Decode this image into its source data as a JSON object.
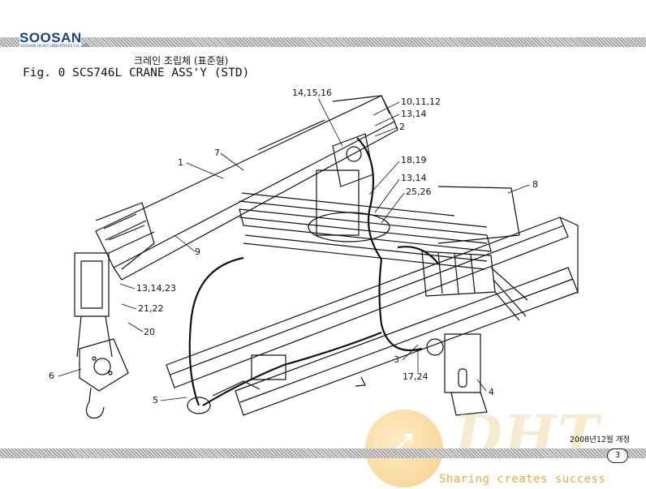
{
  "header": {
    "logo": "SOOSAN",
    "logo_sub": "SOOSAN HEAVY INDUSTRIES CO., LTD.",
    "title_ko": "크레인 조립체 (표준형)",
    "title_en": "Fig. 0  SCS746L CRANE ASS'Y (STD)"
  },
  "callouts": [
    {
      "key": "c1",
      "text": "14,15,16"
    },
    {
      "key": "c2",
      "text": "10,11,12"
    },
    {
      "key": "c3",
      "text": "13,14"
    },
    {
      "key": "c4",
      "text": "2"
    },
    {
      "key": "c5",
      "text": "1"
    },
    {
      "key": "c6",
      "text": "7"
    },
    {
      "key": "c7",
      "text": "18,19"
    },
    {
      "key": "c8",
      "text": "13,14"
    },
    {
      "key": "c9",
      "text": "25,26"
    },
    {
      "key": "c10",
      "text": "8"
    },
    {
      "key": "c11",
      "text": "9"
    },
    {
      "key": "c12",
      "text": "13,14,23"
    },
    {
      "key": "c13",
      "text": "21,22"
    },
    {
      "key": "c14",
      "text": "20"
    },
    {
      "key": "c15",
      "text": "6"
    },
    {
      "key": "c16",
      "text": "5"
    },
    {
      "key": "c17",
      "text": "3"
    },
    {
      "key": "c18",
      "text": "17,24"
    },
    {
      "key": "c19",
      "text": "4"
    }
  ],
  "footer": {
    "revision_date": "2008년12월 개정",
    "page_number": "3"
  },
  "watermark": {
    "letters": "DHT",
    "tagline": "Sharing creates success"
  },
  "colors": {
    "logo": "#1a3f8f",
    "watermark_orange": "#f4b54b",
    "tagline": "#e6a945"
  }
}
